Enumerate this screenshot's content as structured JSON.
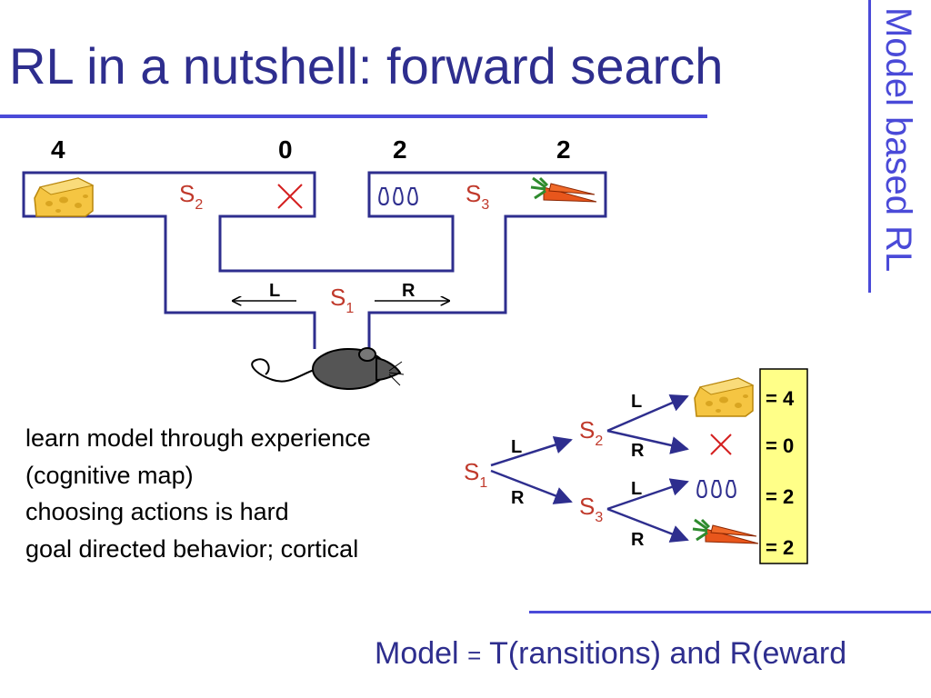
{
  "slide": {
    "title": "RL in a nutshell: forward search",
    "side_title": "Model based RL",
    "footer": {
      "part1": "Model ",
      "eq": "=",
      "part2": " T(ransitions) and R(eward"
    }
  },
  "maze": {
    "rewards": [
      "4",
      "0",
      "2",
      "2"
    ],
    "states": {
      "s1": "S",
      "s1_sub": "1",
      "s2": "S",
      "s2_sub": "2",
      "s3": "S",
      "s3_sub": "3"
    },
    "actions": {
      "left": "L",
      "right": "R"
    }
  },
  "tree": {
    "root": "S",
    "root_sub": "1",
    "s2": "S",
    "s2_sub": "2",
    "s3": "S",
    "s3_sub": "3",
    "labels": {
      "l1": "L",
      "r1": "R",
      "l2": "L",
      "r2": "R",
      "l3": "L",
      "r3": "R"
    },
    "values": [
      "= 4",
      "= 0",
      "= 2",
      "= 2"
    ]
  },
  "notes": [
    "learn model through experience",
    "(cognitive map)",
    "choosing actions is hard",
    "goal directed behavior; cortical"
  ],
  "colors": {
    "title": "#2e2e8e",
    "accent": "#4a4ad8",
    "maze_wall": "#2e2e8e",
    "state_label": "#c0392b",
    "value_box": "#ffff88",
    "cheese": "#f5c542"
  }
}
